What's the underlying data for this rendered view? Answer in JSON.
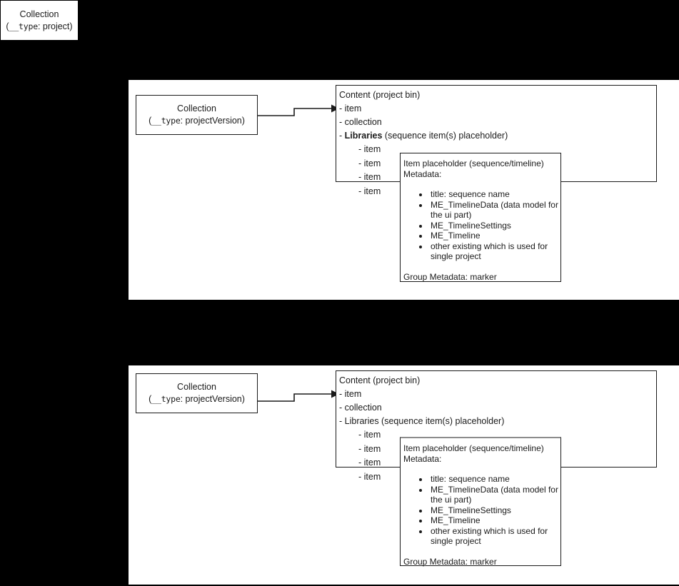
{
  "diagram": {
    "background_color": "#000000",
    "panel_color": "#ffffff",
    "stroke_color": "#1a1a1a",
    "grey_stroke_color": "#8c8c8c"
  },
  "standalone_node": {
    "title": "Collection",
    "type_prefix": "(",
    "type_key": "__type",
    "type_value": ": project)"
  },
  "sections": [
    {
      "id": "upper",
      "collection_node": {
        "title": "Collection",
        "type_prefix": "(",
        "type_key": "__type",
        "type_value": ": projectVersion)"
      },
      "content_box": {
        "title": "Content (project bin)",
        "rows": [
          "- item",
          "- collection"
        ],
        "libraries_dash": "- ",
        "libraries_label": "Libraries",
        "libraries_label_bold": true,
        "libraries_suffix": " (sequence item(s) placeholder)",
        "sub_items": [
          "- item",
          "- item",
          "- item",
          "- item"
        ]
      },
      "meta_box": {
        "grey_top_border": false,
        "title": "Item placeholder (sequence/timeline)",
        "subtitle": "Metadata:",
        "bullets": [
          "title: sequence name",
          "ME_TimelineData (data model for the ui part)",
          "ME_TimelineSettings",
          "ME_Timeline",
          "other existing which is used for single project"
        ],
        "footer": "Group Metadata: marker"
      }
    },
    {
      "id": "lower",
      "collection_node": {
        "title": "Collection",
        "type_prefix": "(",
        "type_key": "__type",
        "type_value": ": projectVersion)"
      },
      "content_box": {
        "title": "Content (project bin)",
        "rows": [
          "- item",
          "- collection"
        ],
        "libraries_dash": "- ",
        "libraries_label": "Libraries",
        "libraries_label_bold": false,
        "libraries_suffix": " (sequence item(s) placeholder)",
        "sub_items": [
          "- item",
          "- item",
          "- item",
          "- item"
        ]
      },
      "meta_box": {
        "grey_top_border": true,
        "title": "Item placeholder (sequence/timeline)",
        "subtitle": "Metadata:",
        "bullets": [
          "title: sequence name",
          "ME_TimelineData (data model for the ui part)",
          "ME_TimelineSettings",
          "ME_Timeline",
          "other existing which is used for single project"
        ],
        "footer": "Group Metadata: marker"
      }
    }
  ]
}
